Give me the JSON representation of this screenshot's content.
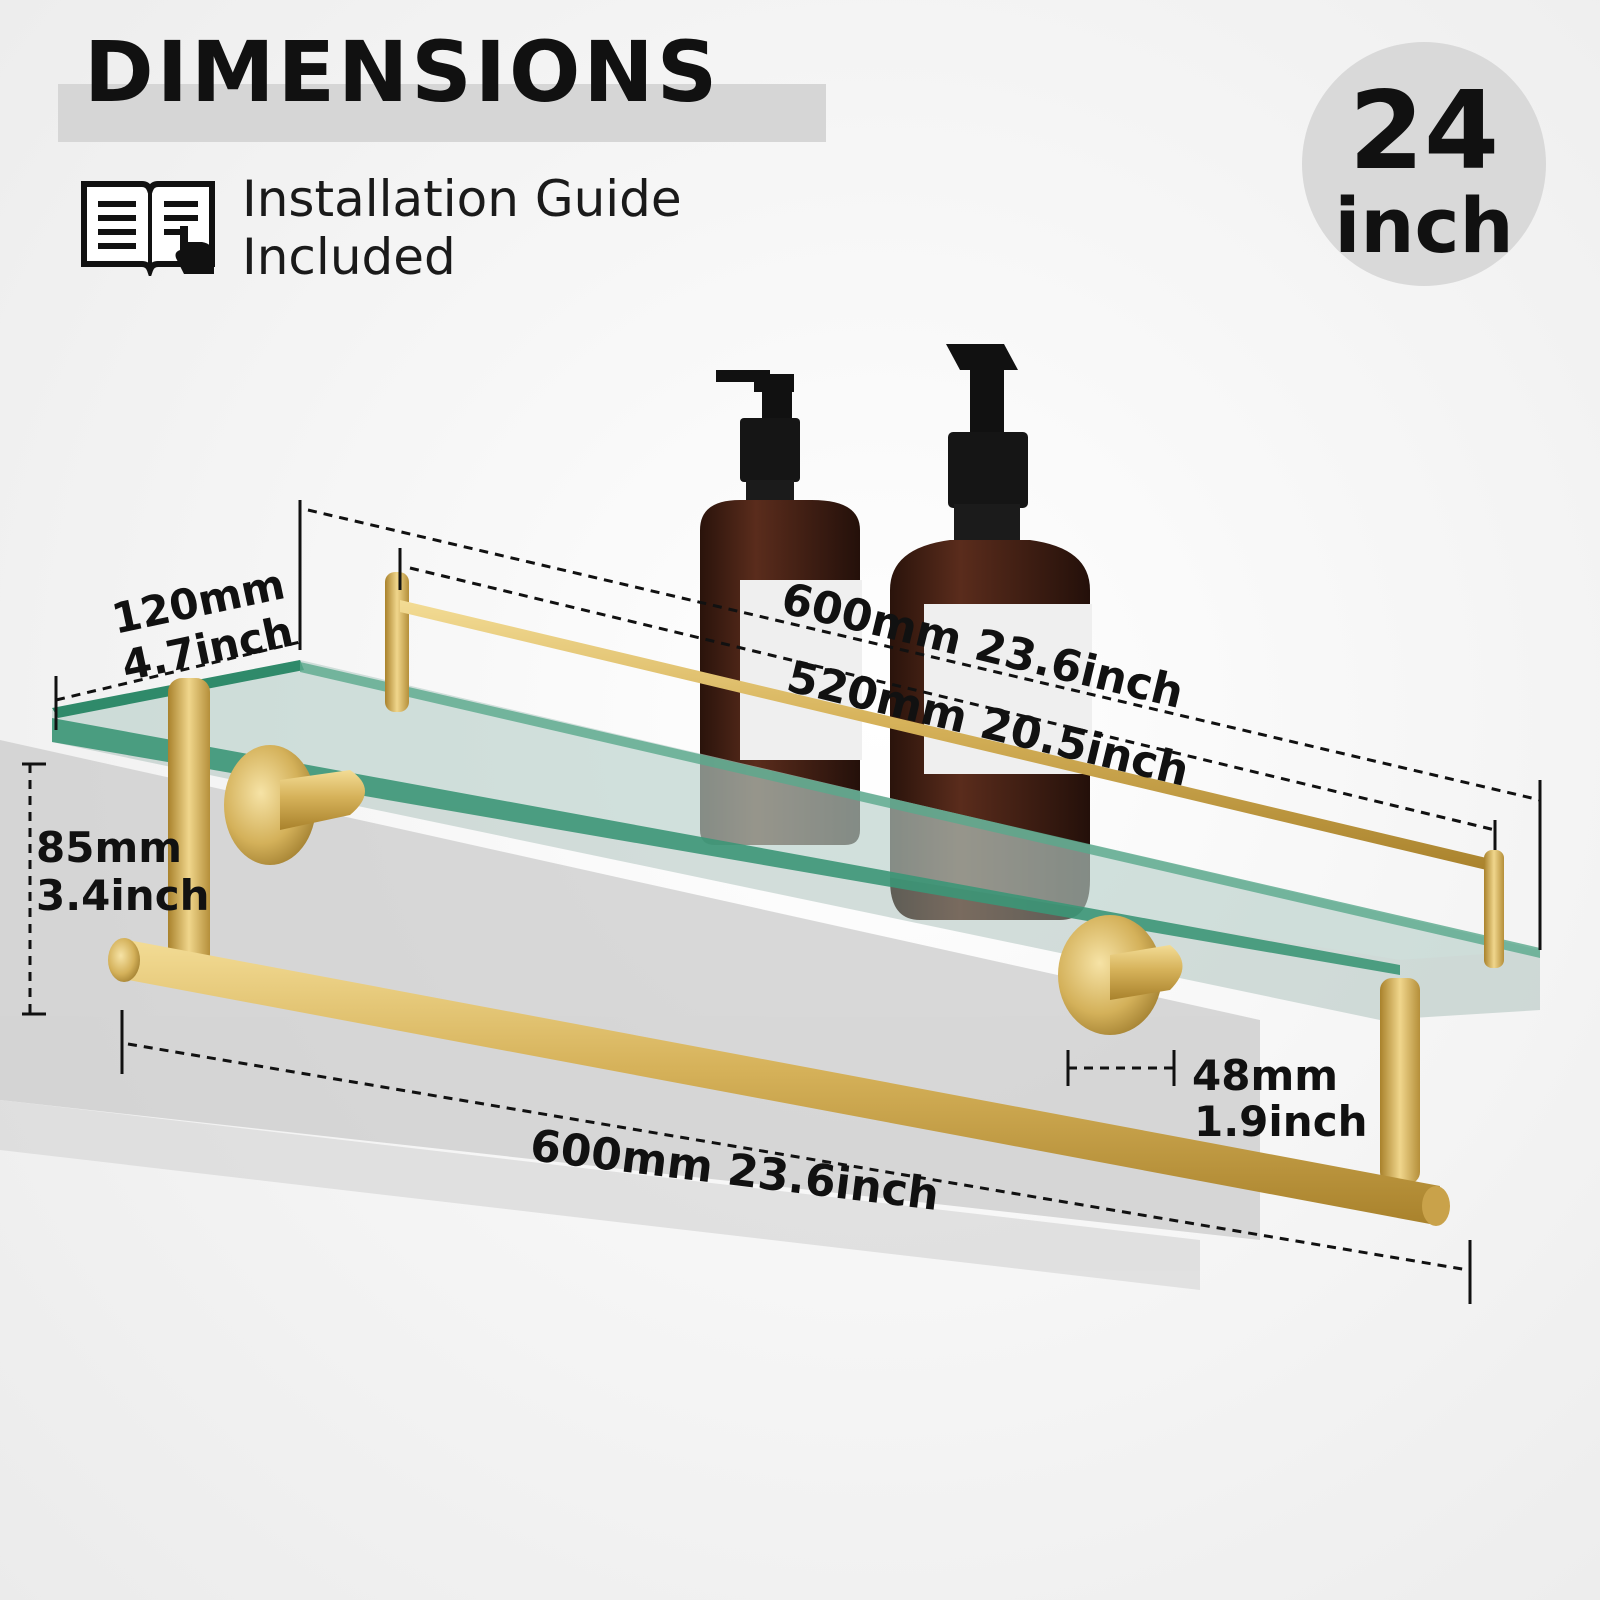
{
  "header": {
    "title": "DIMENSIONS",
    "guide_line1": "Installation Guide",
    "guide_line2": "Included",
    "guide_icon": "manual-book-icon"
  },
  "badge": {
    "number": "24",
    "unit": "inch"
  },
  "dimensions": {
    "shelf_depth_mm": "120mm",
    "shelf_depth_in": "4.7inch",
    "height_mm": "85mm",
    "height_in": "3.4inch",
    "glass_length": "600mm 23.6inch",
    "rail_length": "520mm 20.5inch",
    "mount_mm": "48mm",
    "mount_in": "1.9inch",
    "bar_length": "600mm 23.6inch"
  },
  "colors": {
    "gold": "#d4b15a",
    "glass_edge": "#2f8a6a",
    "bottle": "#3a1c12",
    "text": "#111111"
  }
}
